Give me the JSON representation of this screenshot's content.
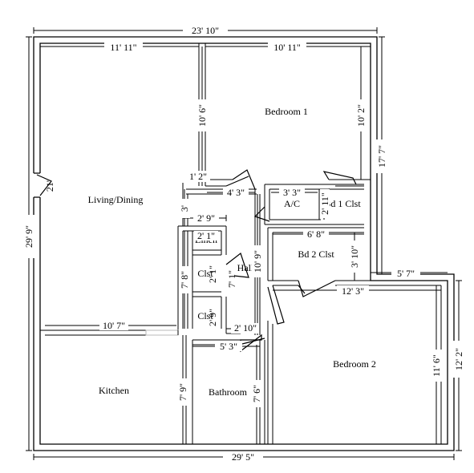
{
  "rooms": {
    "living_dining": "Living/Dining",
    "bedroom1": "Bedroom 1",
    "ac": "A/C",
    "bd1_closet": "Bd 1 Clst",
    "linen": "Linen",
    "closet1": "Clst",
    "closet2": "Clst",
    "hall": "Hall",
    "bd2_closet": "Bd 2 Clst",
    "bedroom2": "Bedroom 2",
    "kitchen": "Kitchen",
    "bathroom": "Bathroom"
  },
  "dimensions": {
    "overall_top_width": "23' 10\"",
    "overall_bottom_width": "29' 5\"",
    "overall_left_height": "29' 9\"",
    "right_upper_height": "17' 7\"",
    "right_lower_height": "12' 2\"",
    "living_width": "11' 11\"",
    "bedroom1_width": "10' 11\"",
    "bedroom1_height_left": "10' 6\"",
    "bedroom1_height_right": "10' 2\"",
    "living_door": "21'",
    "hall_jog": "1' 2\"",
    "hall_top_width": "4' 3\"",
    "ac_width": "3' 3\"",
    "bd1_closet_width": "2' 11\"",
    "hall_left_height": "3'",
    "closet_block_width": "2' 9\"",
    "linen_width": "2' 1\"",
    "closet_block_height": "7' 8\"",
    "closet1_width": "2' 1\"",
    "closet1_depth": "7' 1\"",
    "hall_length": "10' 9\"",
    "bd2_closet_width": "6' 8\"",
    "bd2_closet_height": "3' 10\"",
    "bump_width": "5' 7\"",
    "bedroom2_width": "12' 3\"",
    "closet2_width": "2' 9\"",
    "hall_bottom_width": "2' 10\"",
    "living_bottom_width": "10' 7\"",
    "bathroom_width": "5' 3\"",
    "bedroom2_height": "11' 6\"",
    "kitchen_height": "7' 9\"",
    "bathroom_height": "7' 6\""
  }
}
